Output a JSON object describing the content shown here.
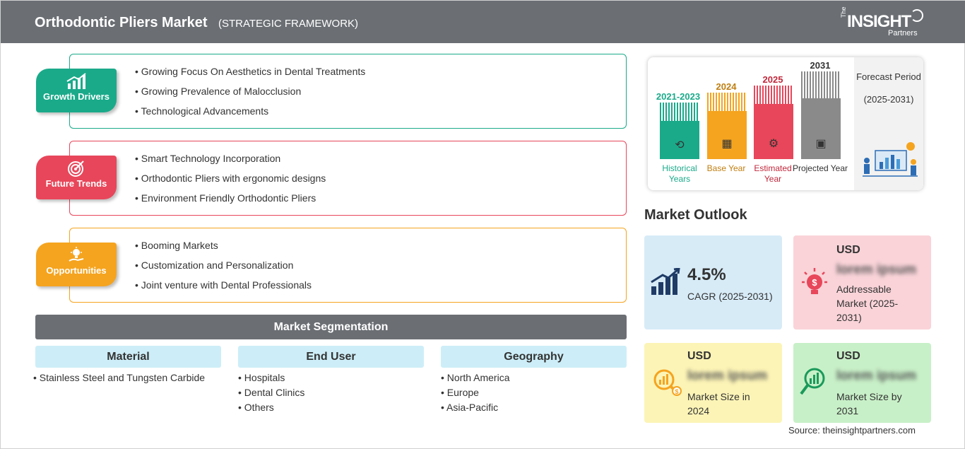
{
  "header": {
    "title": "Orthodontic Pliers Market",
    "subtitle": "(STRATEGIC FRAMEWORK)",
    "logo_the": "The",
    "logo_insight": "INSIGHT",
    "logo_partners": "Partners"
  },
  "framework": [
    {
      "label": "Growth Drivers",
      "icon": "growth-chart-icon",
      "color": "#1aaa8a",
      "items": [
        "Growing Focus On Aesthetics in Dental Treatments",
        "Growing Prevalence of Malocclusion",
        "Technological Advancements"
      ]
    },
    {
      "label": "Future Trends",
      "icon": "target-icon",
      "color": "#e8465a",
      "items": [
        "Smart Technology Incorporation",
        "Orthodontic Pliers with ergonomic designs",
        "Environment Friendly Orthodontic Pliers"
      ]
    },
    {
      "label": "Opportunities",
      "icon": "lightbulb-hand-icon",
      "color": "#f5a41f",
      "items": [
        "Booming Markets",
        "Customization and Personalization",
        "Joint venture with Dental Professionals"
      ]
    }
  ],
  "segmentation": {
    "title": "Market Segmentation",
    "columns": [
      {
        "header": "Material",
        "items": [
          "Stainless Steel and Tungsten Carbide"
        ]
      },
      {
        "header": "End User",
        "items": [
          "Hospitals",
          "Dental Clinics",
          "Others"
        ]
      },
      {
        "header": "Geography",
        "items": [
          "North America",
          "Europe",
          "Asia-Pacific"
        ]
      }
    ]
  },
  "timeline": {
    "forecast_label": "Forecast Period",
    "forecast_range": "(2025-2031)",
    "bars": [
      {
        "year": "2021-2023",
        "caption": "Historical Years",
        "color": "#1aaa8a",
        "icon": "history-clock-icon"
      },
      {
        "year": "2024",
        "caption": "Base Year",
        "color": "#f5a41f",
        "icon": "calendar-icon"
      },
      {
        "year": "2025",
        "caption": "Estimated Year",
        "color": "#e8465a",
        "icon": "estimate-gears-icon"
      },
      {
        "year": "2031",
        "caption": "Projected Year",
        "color": "#8a8a8a",
        "icon": "presentation-board-icon"
      }
    ]
  },
  "outlook": {
    "title": "Market Outlook",
    "cagr_value": "4.5%",
    "cagr_label": "CAGR (2025-2031)",
    "addressable_head": "USD",
    "addressable_value": "lorem ipsum",
    "addressable_label": "Addressable Market (2025-2031)",
    "size2024_head": "USD",
    "size2024_value": "lorem ipsum",
    "size2024_label": "Market Size in 2024",
    "size2031_head": "USD",
    "size2031_value": "lorem ipsum",
    "size2031_label": "Market Size by 2031",
    "colors": {
      "cagr": "#d7ebf7",
      "addressable": "#f9d3d8",
      "size2024": "#fcf4b6",
      "size2031": "#c8f0c8"
    }
  },
  "source": "Source: theinsightpartners.com"
}
